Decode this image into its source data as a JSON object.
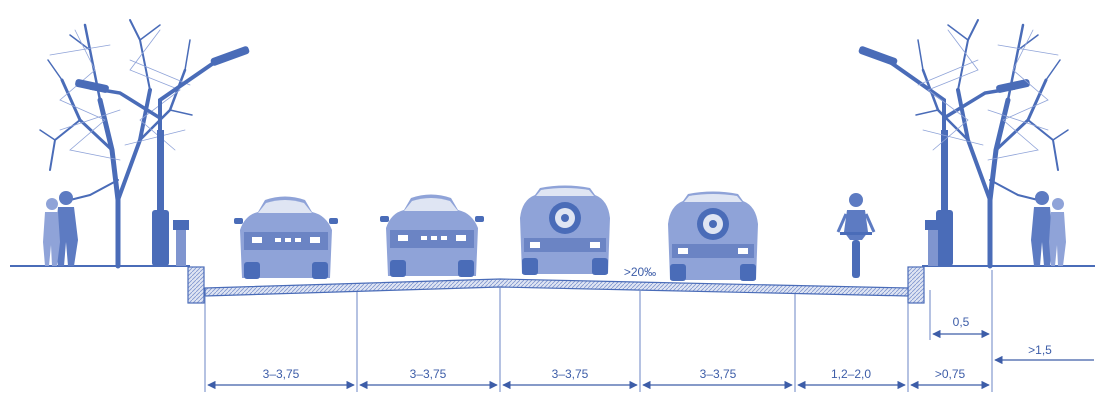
{
  "diagram": {
    "slope_label": ">20‰",
    "dimensions": {
      "lane_1": "3–3,75",
      "lane_2": "3–3,75",
      "lane_3": "3–3,75",
      "lane_4": "3–3,75",
      "bike_lane": "1,2–2,0",
      "curb_offset": ">0,75",
      "sidewalk_buffer": "0,5",
      "sidewalk": ">1,5"
    },
    "colors": {
      "primary": "#4a6cb8",
      "light": "#a9b8df",
      "pale": "#cdd6ee",
      "line": "#3d5da8"
    }
  }
}
